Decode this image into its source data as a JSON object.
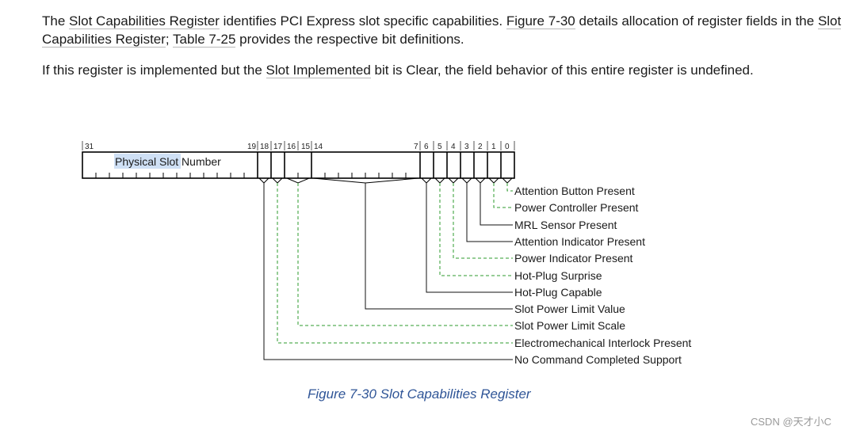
{
  "paragraph1": {
    "t1": "The ",
    "link1": "Slot Capabilities Register",
    "t2": " identifies PCI Express slot specific capabilities. ",
    "link2": "Figure  7-30",
    "t3": " details allocation of register fields in the ",
    "link3": "Slot Capabilities Register",
    "t4": "; ",
    "link4": "Table  7-25",
    "t5": " provides the respective bit definitions."
  },
  "paragraph2": {
    "t1": "If this register is implemented but the ",
    "link1": "Slot Implemented",
    "t2": " bit is Clear, the field behavior of this entire register is undefined."
  },
  "register": {
    "bit_labels": [
      "31",
      "19",
      "18",
      "17",
      "16",
      "15",
      "14",
      "7",
      "6",
      "5",
      "4",
      "3",
      "2",
      "1",
      "0"
    ],
    "physical_slot_label_highlight": "Physical Slot",
    "physical_slot_label_rest": " Number",
    "fields": [
      {
        "name": "Attention Button Present",
        "bit": "0",
        "style": "dashed"
      },
      {
        "name": "Power Controller Present",
        "bit": "1",
        "style": "dashed"
      },
      {
        "name": "MRL Sensor Present",
        "bit": "2",
        "style": "solid"
      },
      {
        "name": "Attention Indicator Present",
        "bit": "3",
        "style": "solid"
      },
      {
        "name": "Power Indicator Present",
        "bit": "4",
        "style": "dashed"
      },
      {
        "name": "Hot-Plug Surprise",
        "bit": "5",
        "style": "dashed"
      },
      {
        "name": "Hot-Plug Capable",
        "bit": "6",
        "style": "solid"
      },
      {
        "name": "Slot Power Limit Value",
        "bit": "14:7",
        "style": "solid"
      },
      {
        "name": "Slot Power Limit Scale",
        "bit": "16:15",
        "style": "dashed"
      },
      {
        "name": "Electromechanical Interlock Present",
        "bit": "17",
        "style": "dashed"
      },
      {
        "name": "No Command Completed Support",
        "bit": "18",
        "style": "solid"
      }
    ]
  },
  "caption": "Figure  7-30  Slot Capabilities Register",
  "watermark": "CSDN @天才小C",
  "colors": {
    "dashed_line": "#2e9b2e",
    "solid_line": "#111111",
    "caption": "#2f5597",
    "highlight": "#cfe0f5"
  }
}
